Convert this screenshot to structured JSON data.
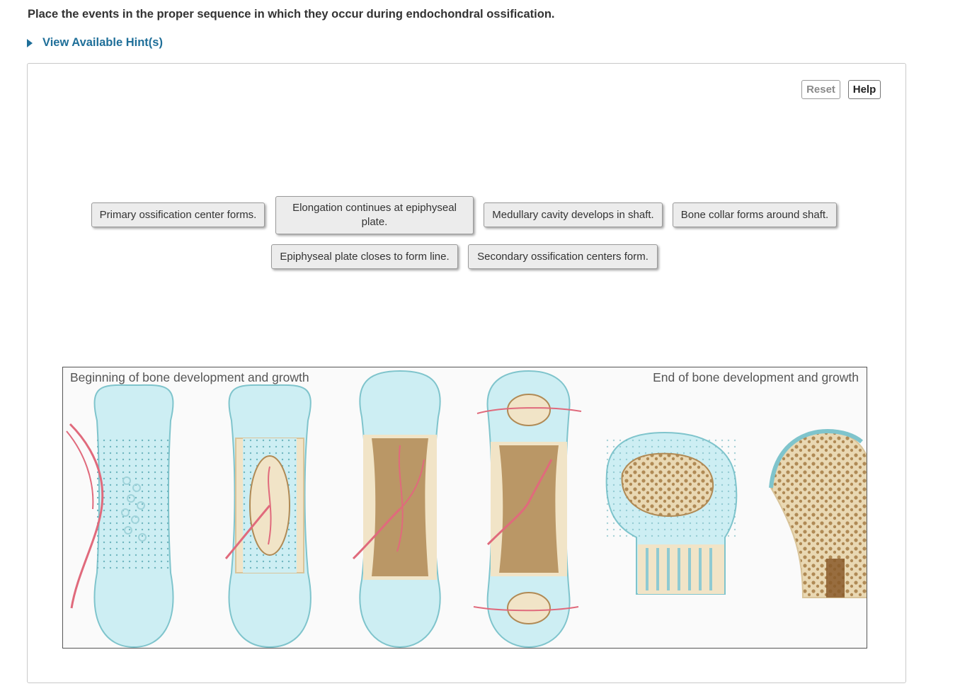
{
  "question": "Place the events in the proper sequence in which they occur during endochondral ossification.",
  "hints_link": "View Available Hint(s)",
  "toolbar": {
    "reset_label": "Reset",
    "help_label": "Help"
  },
  "labels": [
    "Primary ossification center forms.",
    "Elongation continues at epiphyseal plate.",
    "Medullary cavity develops in shaft.",
    "Bone collar forms around shaft.",
    "Epiphyseal plate closes to form line.",
    "Secondary ossification centers form."
  ],
  "figure": {
    "caption_left": "Beginning of bone development and growth",
    "caption_right": "End of bone development and growth"
  },
  "colors": {
    "cartilage": "#cdeef3",
    "cartilage_edge": "#7fc4cc",
    "bone": "#f1e4c7",
    "spongy_bone": "#b08a55",
    "vessel": "#e06a7c",
    "link": "#1f6f99"
  }
}
